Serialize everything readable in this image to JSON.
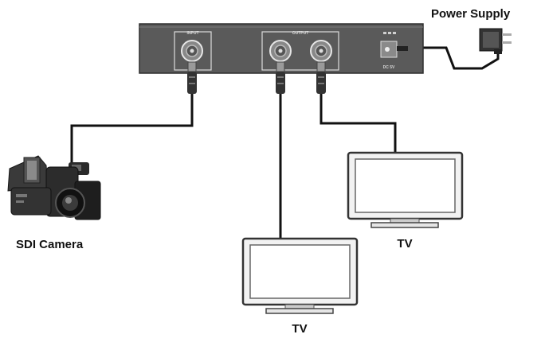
{
  "labels": {
    "power_supply": "Power Supply",
    "camera": "SDI Camera",
    "tv_right": "TV",
    "tv_bottom": "TV"
  },
  "device": {
    "input_label": "INPUT",
    "output_label": "OUTPUT",
    "power_port_label": "DC 5V"
  },
  "icons": {
    "device": "splitter-box-icon",
    "camera": "camcorder-icon",
    "tv": "tv-monitor-icon",
    "power": "power-adapter-icon"
  },
  "colors": {
    "device_body": "#5a5a5a",
    "cable": "#111111",
    "screen": "#ffffff",
    "bezel": "#f2f2f2"
  }
}
